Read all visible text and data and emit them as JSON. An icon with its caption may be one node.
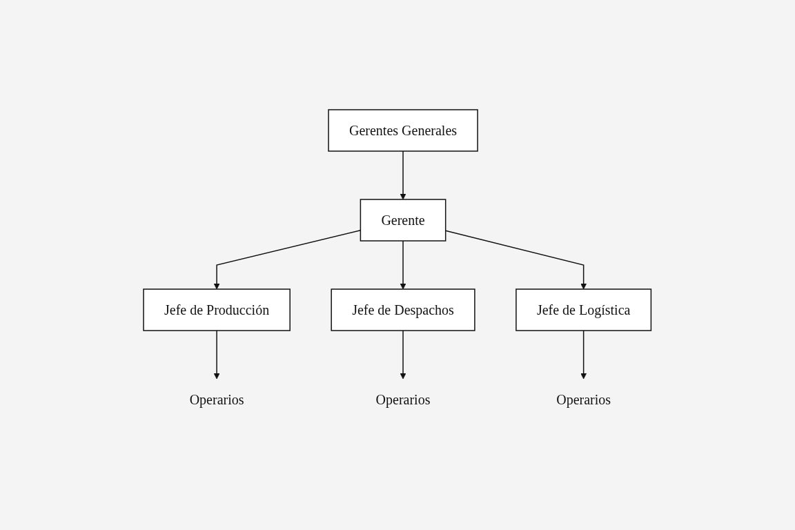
{
  "diagram": {
    "nodes": [
      {
        "text": [
          "Gerentes Generales"
        ]
      },
      {
        "text": [
          "Gerente"
        ]
      },
      {
        "text": [
          "Jefe de Producción"
        ]
      },
      {
        "text": [
          "Jefe de Despachos"
        ]
      },
      {
        "text": [
          "Jefe de Logística"
        ]
      },
      {
        "text": [
          "Operarios"
        ]
      },
      {
        "text": [
          "Operarios"
        ]
      },
      {
        "text": [
          "Operarios"
        ]
      }
    ],
    "edges": [
      {
        "from": 0,
        "to": 1,
        "arrow": "to"
      },
      {
        "from": 1,
        "to": 2,
        "arrow": "to"
      },
      {
        "from": 1,
        "to": 3,
        "arrow": "to"
      },
      {
        "from": 1,
        "to": 4,
        "arrow": "to"
      },
      {
        "from": 2,
        "to": 5,
        "arrow": "to"
      },
      {
        "from": 3,
        "to": 6,
        "arrow": "to"
      },
      {
        "from": 4,
        "to": 7,
        "arrow": "to"
      }
    ]
  }
}
